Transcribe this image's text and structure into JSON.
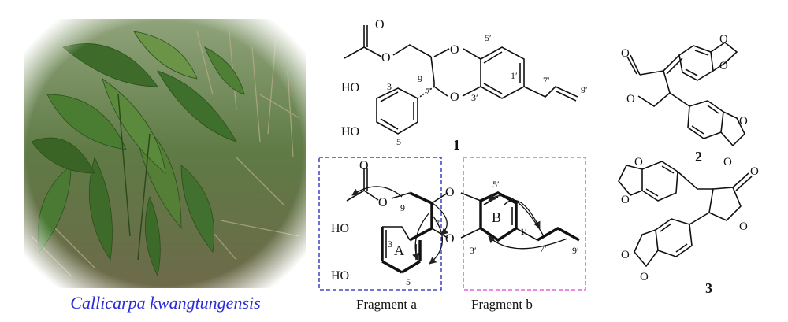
{
  "photo": {
    "caption": "Callicarpa kwangtungensis",
    "description_icon": "plant-photo-icon"
  },
  "compound1": {
    "number": "1",
    "atom_labels": {
      "ho_top": "HO",
      "ho_bottom": "HO",
      "c3": "3",
      "c5": "5",
      "c7": "7",
      "c9": "9",
      "o_a": "O",
      "o_b": "O",
      "o_ester": "O",
      "o_carbonyl": "O",
      "c5p": "5′",
      "c1p": "1′",
      "c3p": "3′",
      "c7p": "7′",
      "c9p": "9′"
    }
  },
  "fragments": {
    "ring_a": "A",
    "ring_b": "B",
    "fragment_a_label": "Fragment a",
    "fragment_b_label": "Fragment b",
    "fragment_a_color": "#2222bb",
    "fragment_b_color": "#e040d0",
    "atom_labels": {
      "ho_top": "HO",
      "ho_bottom": "HO",
      "c3": "3",
      "c5": "5",
      "c7": "7",
      "c9": "9",
      "o_a": "O",
      "o_b": "O",
      "o_ester": "O",
      "o_carbonyl": "O",
      "c5p": "5′",
      "c1p": "1′",
      "c3p": "3′",
      "c7p": "7′",
      "c9p": "9′"
    }
  },
  "compound2": {
    "number": "2",
    "atom_labels": {
      "o_lactone": "O",
      "o_carbonyl": "O",
      "o_d1": "O",
      "o_d2": "O",
      "o_d3": "O",
      "o_d4": "O"
    }
  },
  "compound3": {
    "number": "3",
    "atom_labels": {
      "o_lactone": "O",
      "o_carbonyl": "O",
      "o_d1": "O",
      "o_d2": "O",
      "o_d3": "O",
      "o_d4": "O"
    }
  }
}
